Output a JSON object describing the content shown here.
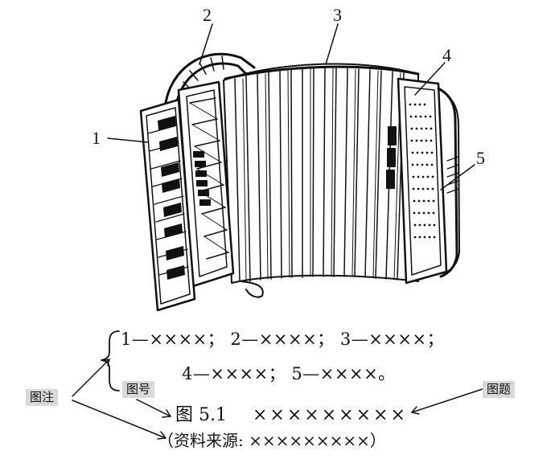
{
  "callouts": [
    "1",
    "2",
    "3",
    "4",
    "5"
  ],
  "legend": {
    "line1": "1—××××；  2—××××；  3—××××；",
    "line2": "4—××××；  5—××××。"
  },
  "tags": {
    "note": "图注",
    "number": "图号",
    "title": "图题"
  },
  "caption": {
    "number": "图 5.1",
    "title": "×××××××××"
  },
  "source": "（资料来源: ×××××××××）"
}
